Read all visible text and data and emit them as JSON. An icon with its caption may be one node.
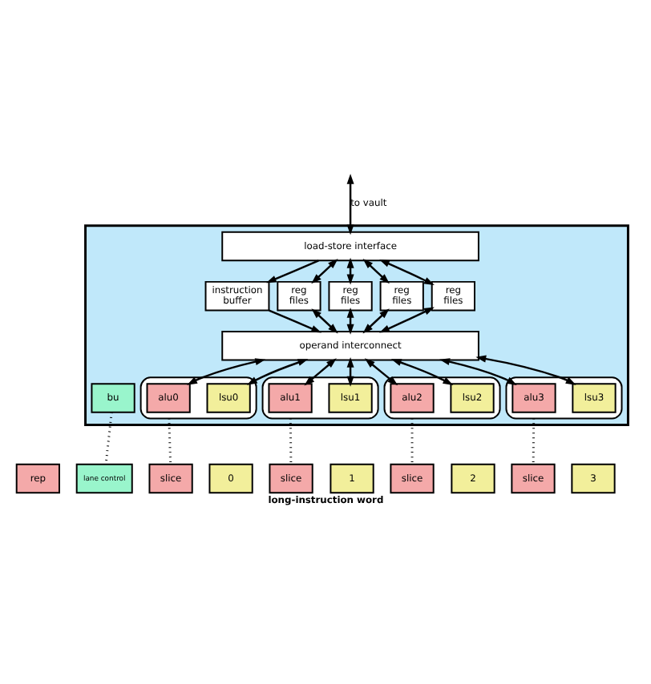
{
  "diagram": {
    "caption": "long-instruction word",
    "nodes": [
      {
        "text": [],
        "shape": "box"
      },
      {
        "text": [
          "load-store interface"
        ],
        "in": 0
      },
      {
        "text": [
          "instruction buffer"
        ],
        "in": 0
      },
      {
        "text": [
          "reg files"
        ],
        "in": 0
      },
      {
        "text": [
          "reg files"
        ],
        "in": 0
      },
      {
        "text": [
          "reg files"
        ],
        "in": 0
      },
      {
        "text": [
          "reg files"
        ],
        "in": 0
      },
      {
        "text": [
          "operand interconnect"
        ],
        "in": 0
      },
      {
        "text": [
          "bu"
        ],
        "in": 0
      },
      {
        "text": [],
        "shape": "box",
        "in": 0
      },
      {
        "text": [
          "alu0"
        ],
        "in": 9
      },
      {
        "text": [
          "lsu0"
        ],
        "in": 9
      },
      {
        "text": [],
        "shape": "box",
        "in": 0
      },
      {
        "text": [
          "alu1"
        ],
        "in": 12
      },
      {
        "text": [
          "lsu1"
        ],
        "in": 12
      },
      {
        "text": [],
        "shape": "box",
        "in": 0
      },
      {
        "text": [
          "alu2"
        ],
        "in": 15
      },
      {
        "text": [
          "lsu2"
        ],
        "in": 15
      },
      {
        "text": [],
        "shape": "box",
        "in": 0
      },
      {
        "text": [
          "alu3"
        ],
        "in": 18
      },
      {
        "text": [
          "lsu3"
        ],
        "in": 18
      },
      {
        "text": [
          "rep"
        ]
      },
      {
        "text": [
          "lane control"
        ]
      },
      {
        "text": [
          "slice"
        ]
      },
      {
        "text": [
          "0"
        ]
      },
      {
        "text": [
          "slice"
        ]
      },
      {
        "text": [
          "1"
        ]
      },
      {
        "text": [
          "slice"
        ]
      },
      {
        "text": [
          "2"
        ]
      },
      {
        "text": [
          "slice"
        ]
      },
      {
        "text": [
          "3"
        ]
      }
    ],
    "edges": [
      {
        "from": null,
        "to": 1,
        "arrow": "both",
        "label": "to vault"
      },
      {
        "from": 1,
        "to": 2,
        "arrow": "to"
      },
      {
        "from": 1,
        "to": 3,
        "arrow": "both"
      },
      {
        "from": 1,
        "to": 4,
        "arrow": "both"
      },
      {
        "from": 1,
        "to": 5,
        "arrow": "both"
      },
      {
        "from": 1,
        "to": 6,
        "arrow": "both"
      },
      {
        "from": 2,
        "to": 7,
        "arrow": "to"
      },
      {
        "from": 3,
        "to": 7,
        "arrow": "both"
      },
      {
        "from": 4,
        "to": 7,
        "arrow": "both"
      },
      {
        "from": 5,
        "to": 7,
        "arrow": "both"
      },
      {
        "from": 6,
        "to": 7,
        "arrow": "both"
      },
      {
        "from": 7,
        "to": 10,
        "arrow": "both"
      },
      {
        "from": 7,
        "to": 11,
        "arrow": "both"
      },
      {
        "from": 7,
        "to": 13,
        "arrow": "both"
      },
      {
        "from": 7,
        "to": 14,
        "arrow": "both"
      },
      {
        "from": 7,
        "to": 16,
        "arrow": "both"
      },
      {
        "from": 7,
        "to": 17,
        "arrow": "both"
      },
      {
        "from": 7,
        "to": 19,
        "arrow": "both"
      },
      {
        "from": 7,
        "to": 20,
        "arrow": "both"
      },
      {
        "from": 8,
        "to": 22,
        "arrow": "none",
        "style": "dashed"
      },
      {
        "from": 9,
        "to": 23,
        "arrow": "none",
        "style": "dashed"
      },
      {
        "from": 12,
        "to": 25,
        "arrow": "none",
        "style": "dashed"
      },
      {
        "from": 15,
        "to": 27,
        "arrow": "none",
        "style": "dashed"
      },
      {
        "from": 18,
        "to": 29,
        "arrow": "none",
        "style": "dashed"
      }
    ]
  }
}
